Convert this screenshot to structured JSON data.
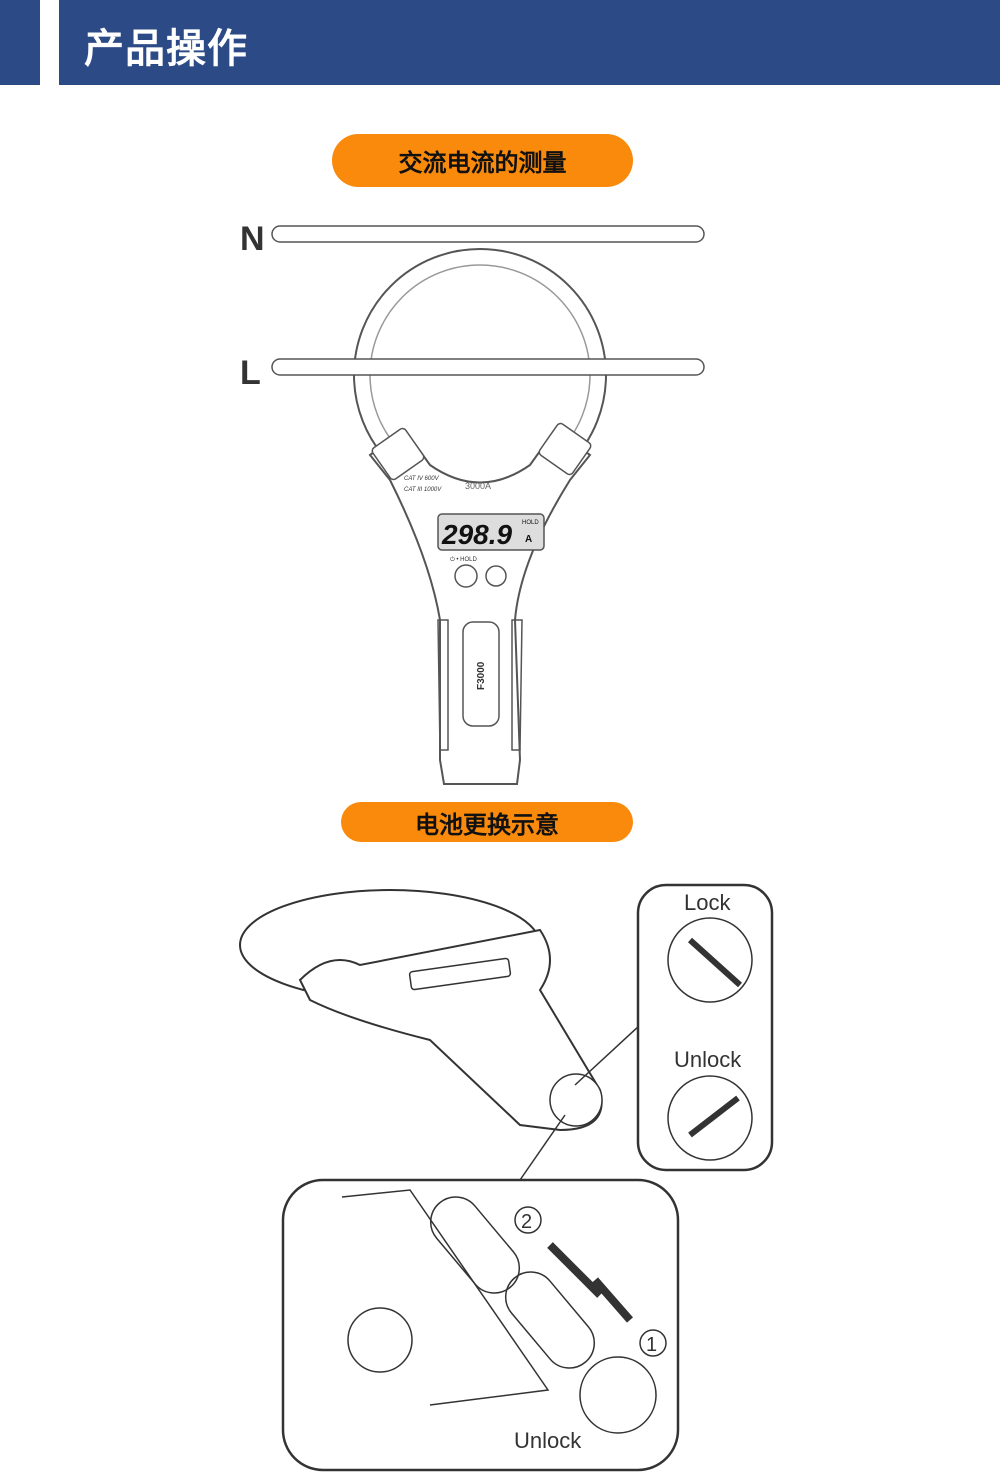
{
  "header": {
    "title": "产品操作"
  },
  "sections": [
    {
      "title": "交流电流的测量"
    },
    {
      "title": "电池更换示意"
    }
  ],
  "diagram1": {
    "wire_n": "N",
    "wire_l": "L",
    "cat_line1": "CAT IV 600V",
    "cat_line2": "CAT III 1000V",
    "range": "3000A",
    "display_value": "298.9",
    "display_hold": "HOLD",
    "display_unit": "A",
    "button_label": "⏻ • HOLD",
    "model": "F3000"
  },
  "diagram2": {
    "lock_label": "Lock",
    "unlock_label": "Unlock",
    "unlock_label_bottom": "Unlock",
    "step1": "1",
    "step2": "2"
  }
}
